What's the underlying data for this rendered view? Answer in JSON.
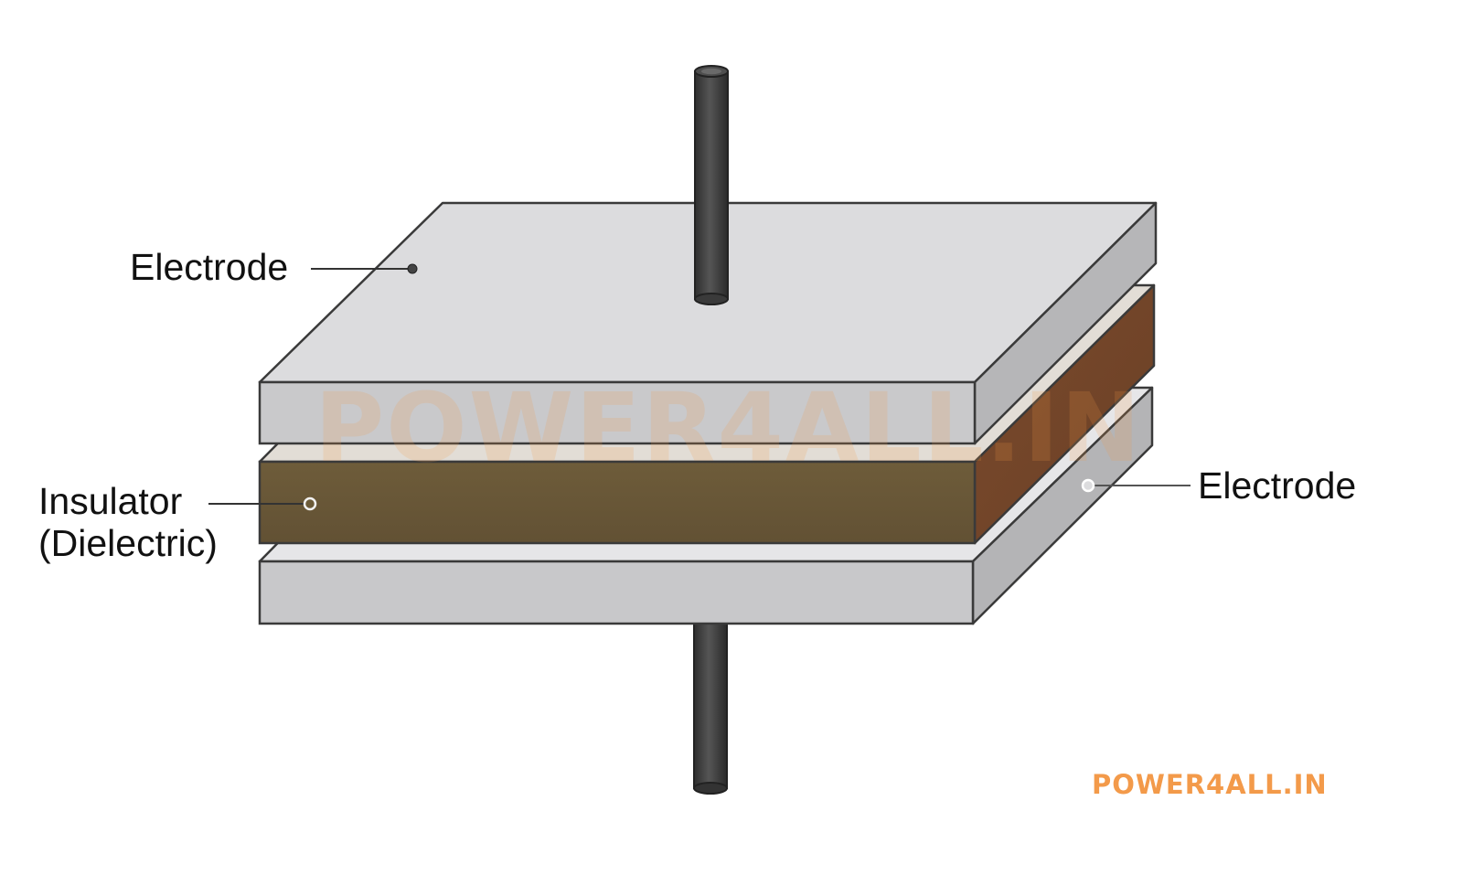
{
  "labels": {
    "top_electrode": "Electrode",
    "insulator_line1": "Insulator",
    "insulator_line2": "(Dielectric)",
    "bottom_electrode": "Electrode"
  },
  "watermark": "POWER4ALL.IN",
  "brand": "POWER4ALL.IN",
  "colors": {
    "electrode_top": "#dcdcde",
    "electrode_front": "#c9c9cb",
    "electrode_side": "#b6b6b8",
    "dielectric_front": "#6b5a38",
    "dielectric_side": "#74472a",
    "terminal": "#3f3f3f",
    "brand": "#f39a4a"
  }
}
